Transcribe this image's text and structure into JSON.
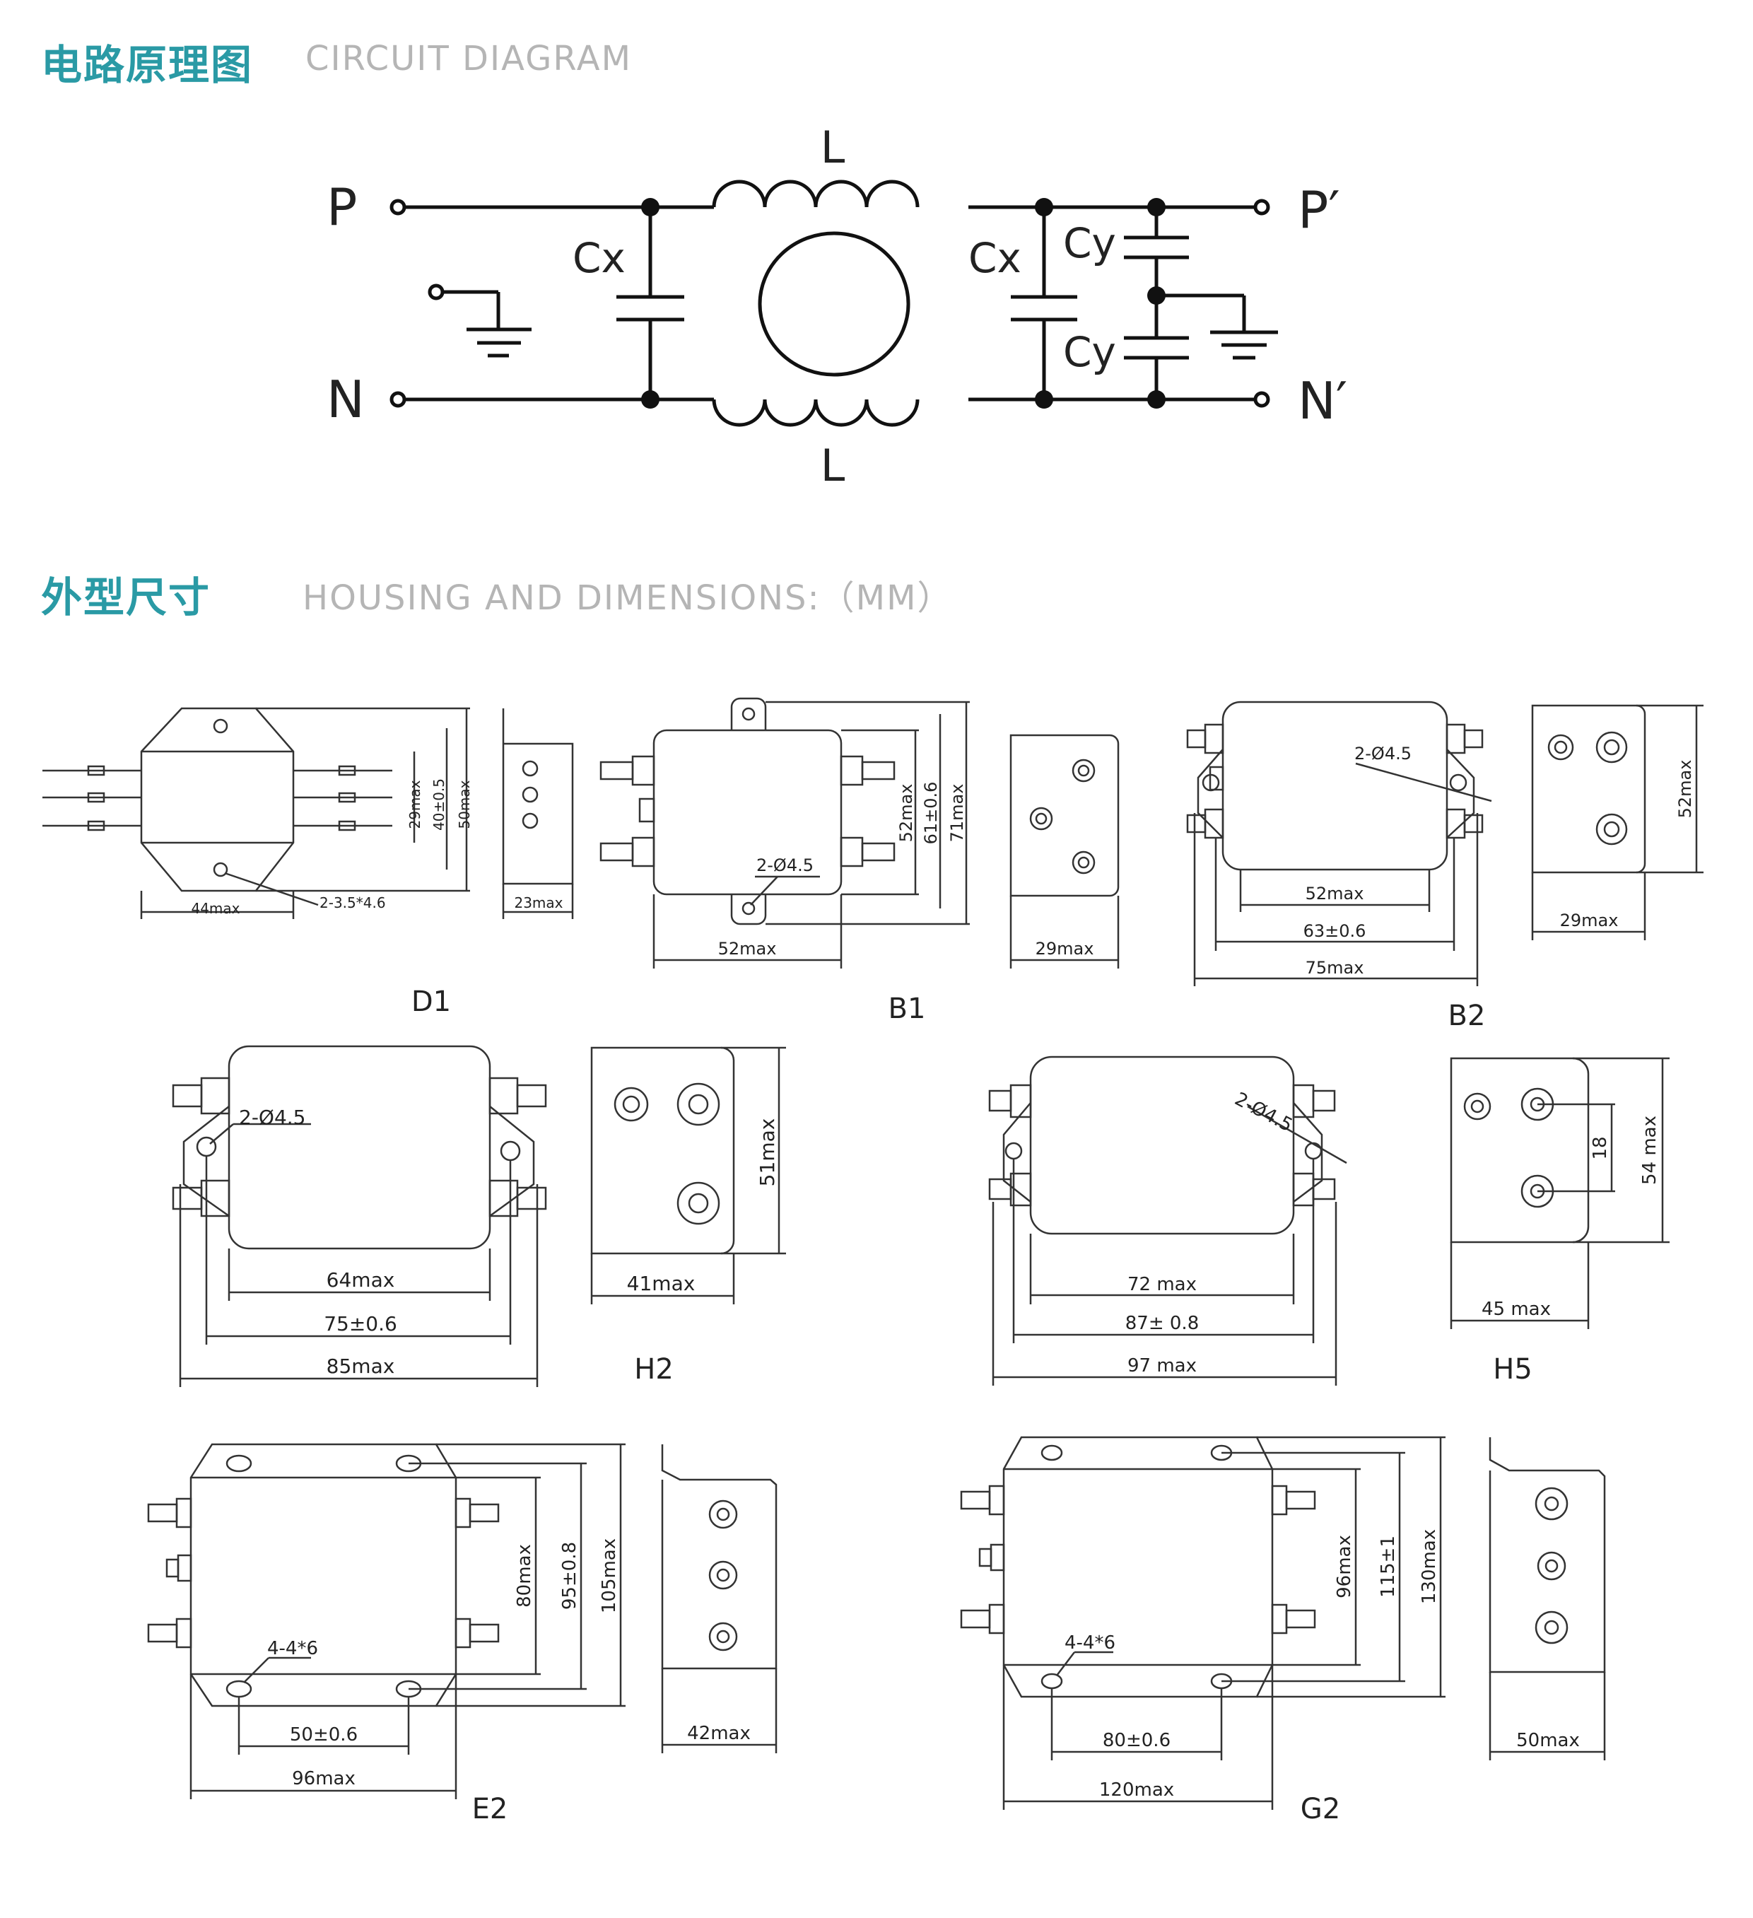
{
  "sections": {
    "circuit": {
      "cn": "电路原理图",
      "en": "CIRCUIT DIAGRAM"
    },
    "housing": {
      "cn": "外型尺寸",
      "en": "HOUSING AND DIMENSIONS:（MM）"
    }
  },
  "circuit": {
    "P": "P",
    "P2": "P′",
    "N": "N",
    "N2": "N′",
    "L_top": "L",
    "L_bottom": "L",
    "cx1": "Cx",
    "cx2": "Cx",
    "cy1": "Cy",
    "cy2": "Cy"
  },
  "models": {
    "D1": {
      "name": "D1",
      "dims": [
        "44max",
        "2-3.5*4.6",
        "29max",
        "40±0.5",
        "50max",
        "23max"
      ]
    },
    "B1": {
      "name": "B1",
      "dims": [
        "2-Ø4.5",
        "52max",
        "52max",
        "61±0.6",
        "71max",
        "29max"
      ]
    },
    "B2": {
      "name": "B2",
      "dims": [
        "2-Ø4.5",
        "52max",
        "63±0.6",
        "75max",
        "52max",
        "29max"
      ]
    },
    "H2": {
      "name": "H2",
      "dims": [
        "2-Ø4.5",
        "64max",
        "75±0.6",
        "85max",
        "51max",
        "41max"
      ]
    },
    "H5": {
      "name": "H5",
      "dims": [
        "2-Ø4.5",
        "72 max",
        "87± 0.8",
        "97 max",
        "18",
        "54 max",
        "45 max"
      ]
    },
    "E2": {
      "name": "E2",
      "dims": [
        "4-4*6",
        "50±0.6",
        "96max",
        "80max",
        "95±0.8",
        "105max",
        "42max"
      ]
    },
    "G2": {
      "name": "G2",
      "dims": [
        "4-4*6",
        "80±0.6",
        "120max",
        "96max",
        "115±1",
        "130max",
        "50max"
      ]
    }
  }
}
